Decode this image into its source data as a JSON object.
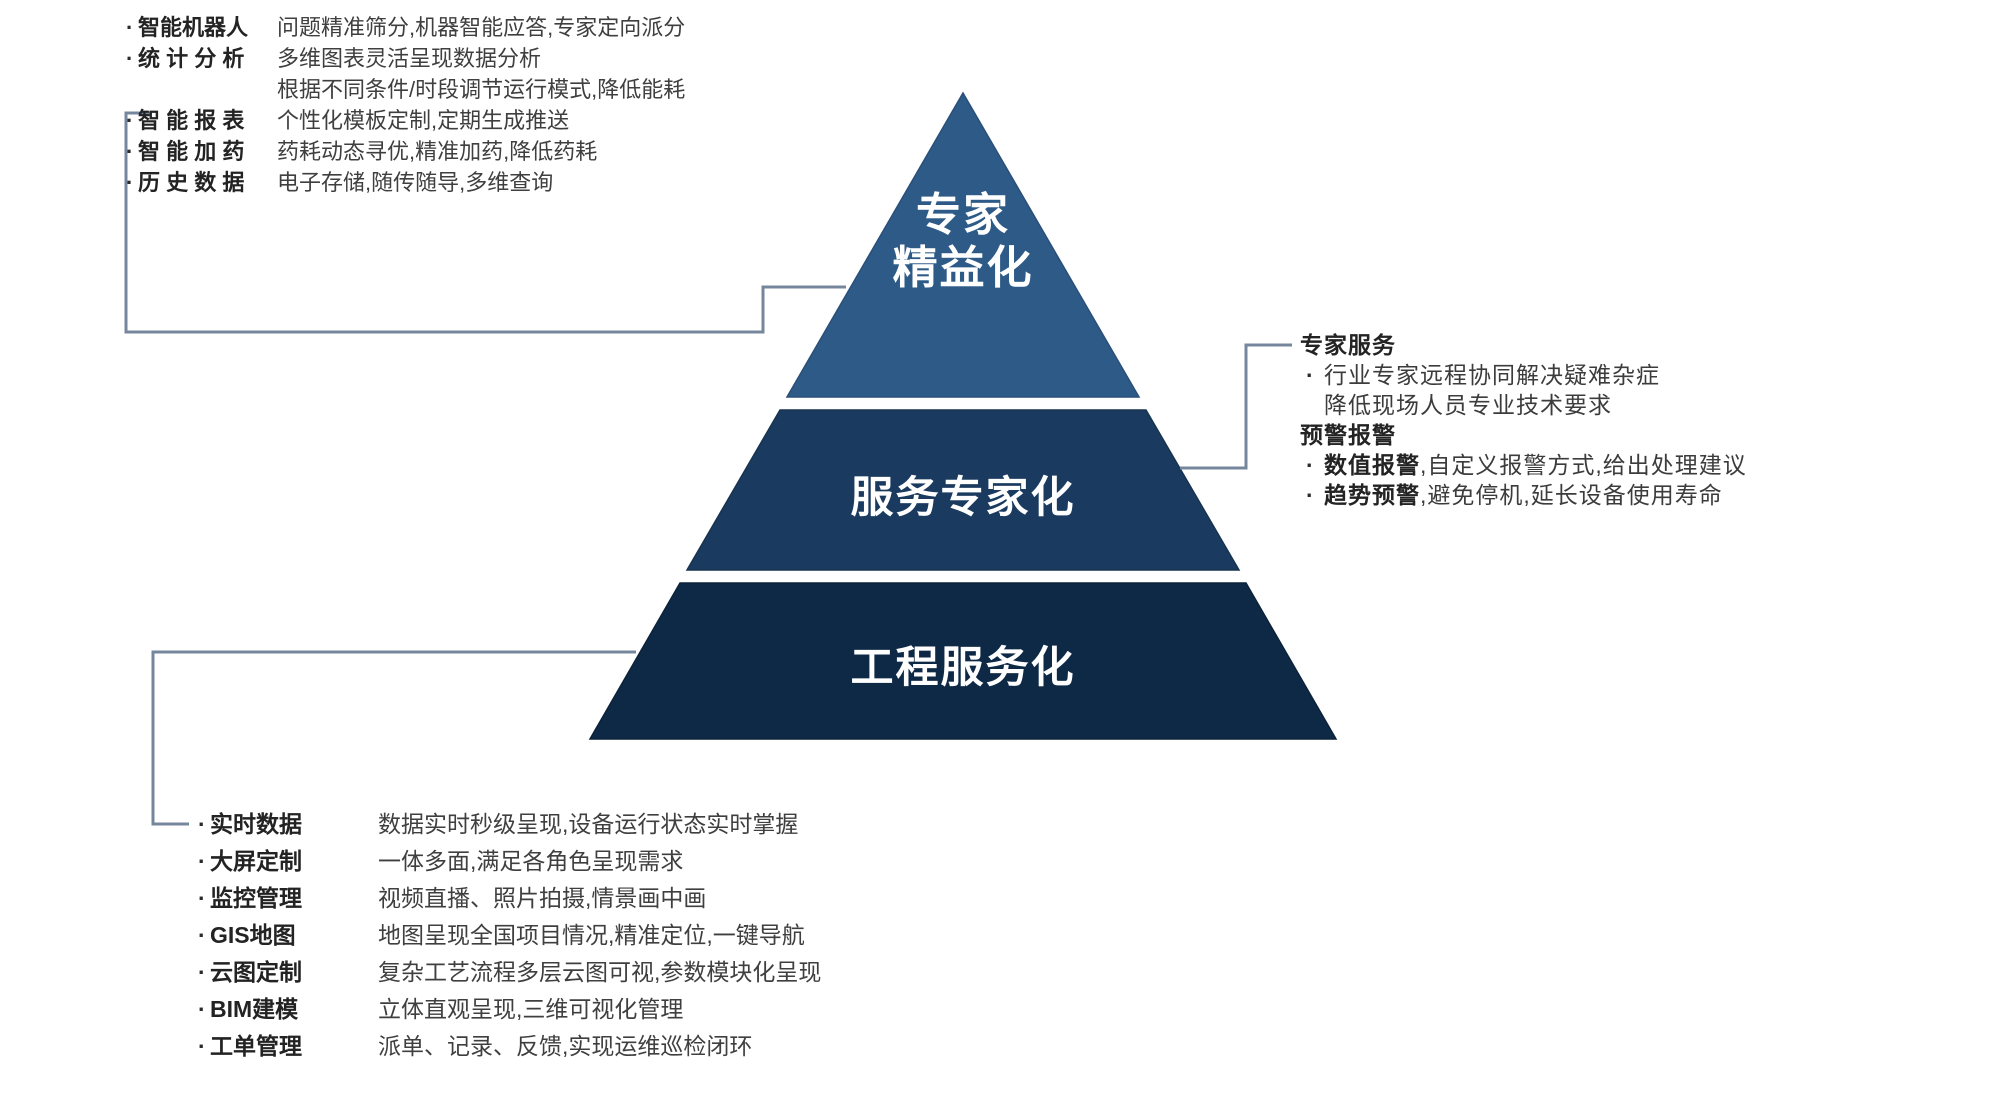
{
  "bullet": "·",
  "colors": {
    "tier1": "#2d5a87",
    "tier2": "#1a3a5f",
    "tier3": "#0e2946",
    "connector": "#76879d",
    "tier_edge": "#46596e"
  },
  "pyramid": {
    "tier1_line1": "专家",
    "tier1_line2": "精益化",
    "tier2_label": "服务专家化",
    "tier3_label": "工程服务化"
  },
  "top_left_list": {
    "items": [
      {
        "label": "智能机器人",
        "desc": "问题精准筛分,机器智能应答,专家定向派分"
      },
      {
        "label": "统 计 分 析",
        "desc": "多维图表灵活呈现数据分析"
      },
      {
        "label": "",
        "desc": "根据不同条件/时段调节运行模式,降低能耗"
      },
      {
        "label": "智 能 报 表",
        "desc": "个性化模板定制,定期生成推送"
      },
      {
        "label": "智 能 加 药",
        "desc": "药耗动态寻优,精准加药,降低药耗"
      },
      {
        "label": "历 史 数 据",
        "desc": "电子存储,随传随导,多维查询"
      }
    ]
  },
  "right_panel": {
    "section1_title": "专家服务",
    "s1_item1": "行业专家远程协同解决疑难杂症",
    "s1_item2": "降低现场人员专业技术要求",
    "section2_title": "预警报警",
    "s2_item1_bold": "数值报警",
    "s2_item1_rest": ",自定义报警方式,给出处理建议",
    "s2_item2_bold": "趋势预警",
    "s2_item2_rest": ",避免停机,延长设备使用寿命"
  },
  "bottom_left_list": {
    "items": [
      {
        "label": "实时数据",
        "desc": "数据实时秒级呈现,设备运行状态实时掌握"
      },
      {
        "label": "大屏定制",
        "desc": "一体多面,满足各角色呈现需求"
      },
      {
        "label": "监控管理",
        "desc": "视频直播、照片拍摄,情景画中画"
      },
      {
        "label": "GIS地图",
        "desc": "地图呈现全国项目情况,精准定位,一键导航"
      },
      {
        "label": "云图定制",
        "desc": "复杂工艺流程多层云图可视,参数模块化呈现"
      },
      {
        "label": "BIM建模",
        "desc": "立体直观呈现,三维可视化管理"
      },
      {
        "label": "工单管理",
        "desc": "派单、记录、反馈,实现运维巡检闭环"
      }
    ]
  }
}
